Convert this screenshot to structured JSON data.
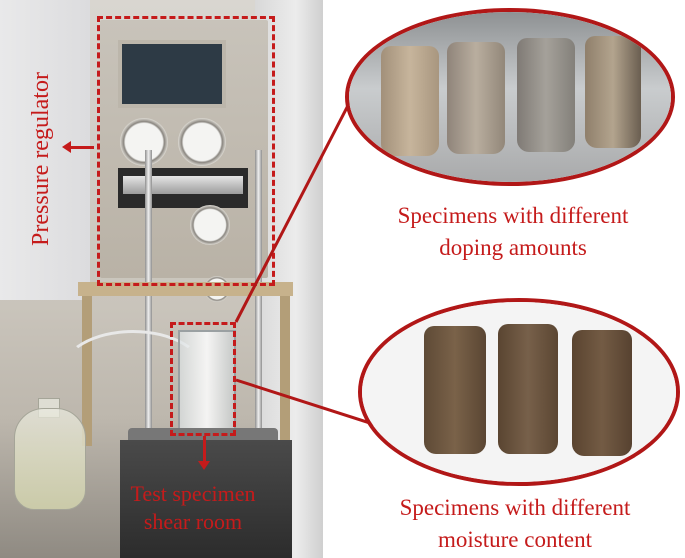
{
  "labels": {
    "pressure_regulator": "Pressure regulator",
    "test_specimen_line1": "Test specimen",
    "test_specimen_line2": "shear room",
    "doping_line1": "Specimens with different",
    "doping_line2": "doping amounts",
    "moisture_line1": "Specimens with different",
    "moisture_line2": "moisture content"
  },
  "colors": {
    "annotation_red": "#c51b1b",
    "ellipse_border": "#b11717"
  }
}
